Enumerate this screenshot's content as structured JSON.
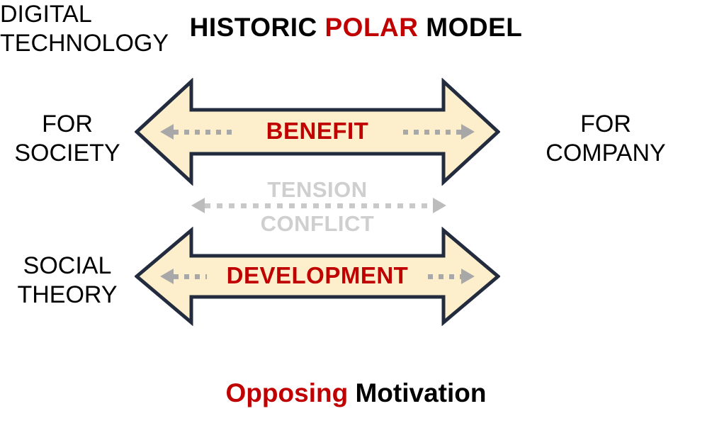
{
  "title": {
    "part1": "HISTORIC ",
    "accent": "POLAR",
    "part2": " MODEL"
  },
  "labels": {
    "top_left": {
      "line1": "FOR",
      "line2": "SOCIETY"
    },
    "top_right": {
      "line1": "FOR",
      "line2": "COMPANY"
    },
    "bottom_left": {
      "line1": "SOCIAL",
      "line2": "THEORY"
    },
    "bottom_right": {
      "line1": "DIGITAL",
      "line2": "TECHNOLOGY"
    }
  },
  "arrows": {
    "upper": {
      "caption": "BENEFIT",
      "fill": "#FDEFCB",
      "stroke": "#232B3E",
      "text_color": "#C00000"
    },
    "lower": {
      "caption": "DEVELOPMENT",
      "fill": "#FDEFCB",
      "stroke": "#232B3E",
      "text_color": "#C00000"
    }
  },
  "center": {
    "line1": "TENSION",
    "line2": "CONFLICT",
    "color": "#CFCFCF"
  },
  "footer": {
    "accent": "Opposing",
    "rest": " Motivation"
  },
  "colors": {
    "accent_red": "#C00000",
    "arrow_fill": "#FDEFCB",
    "arrow_stroke": "#232B3E",
    "dots_gray": "#A8A8A8",
    "tension_gray": "#CFCFCF",
    "background": "#FFFFFF",
    "text_black": "#000000"
  }
}
